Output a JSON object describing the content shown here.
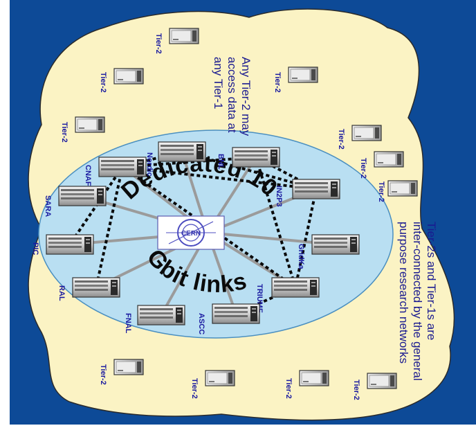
{
  "colors": {
    "background": "#0d4a97",
    "cloud": "#fbf3c4",
    "cloud_stroke": "#2a2a2a",
    "ellipse": "#b9dff2",
    "ellipse_stroke": "#4a8fc0",
    "spoke": "#9b9b9b",
    "dashed_link": "#0a0a0a",
    "label": "#1a1aa0"
  },
  "center": {
    "logo_text": "CERN"
  },
  "arc_text": {
    "top": "Dedicated 10",
    "bottom": "Gbit links"
  },
  "notes": {
    "tier2_access": [
      "Any Tier-2 may",
      "access data at",
      "any Tier-1"
    ],
    "interconnect": [
      "Tier-2s and Tier-1s are",
      "inter-connected by the general",
      "purpose research networks"
    ]
  },
  "tier1_sites": [
    {
      "label": "Nordic",
      "server_icon": "server-icon"
    },
    {
      "label": "BNL",
      "server_icon": "server-icon"
    },
    {
      "label": "IN2P3",
      "server_icon": "server-icon"
    },
    {
      "label": "GridKa",
      "server_icon": "server-icon"
    },
    {
      "label": "TRIUMF",
      "server_icon": "server-icon"
    },
    {
      "label": "ASCC",
      "server_icon": "server-icon"
    },
    {
      "label": "FNAL",
      "server_icon": "server-icon"
    },
    {
      "label": "RAL",
      "server_icon": "server-icon"
    },
    {
      "label": "PIC",
      "server_icon": "server-icon"
    },
    {
      "label": "SARA",
      "server_icon": "server-icon"
    },
    {
      "label": "CNAF",
      "server_icon": "server-icon"
    }
  ],
  "tier2_sites": [
    {
      "label": "Tier-2"
    },
    {
      "label": "Tier-2"
    },
    {
      "label": "Tier-2"
    },
    {
      "label": "Tier-2"
    },
    {
      "label": "Tier-2"
    },
    {
      "label": "Tier-2"
    },
    {
      "label": "Tier-2"
    },
    {
      "label": "Tier-2"
    },
    {
      "label": "Tier-2"
    },
    {
      "label": "Tier-2"
    },
    {
      "label": "Tier-2"
    }
  ]
}
